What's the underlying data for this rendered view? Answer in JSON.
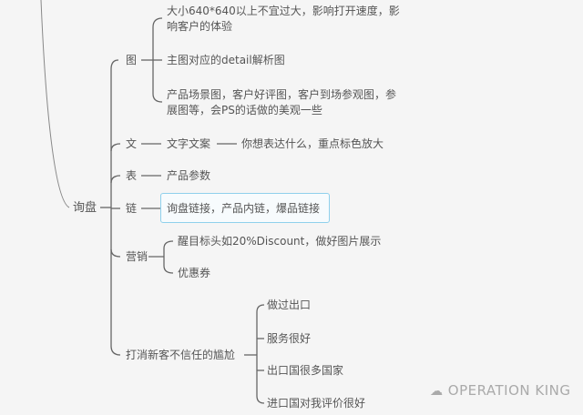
{
  "root": {
    "label": "询盘"
  },
  "branches": {
    "image": {
      "label": "图",
      "children": [
        "大小640*640以上不宜过大，影响打开速度，影",
        "响客户的体验",
        "主图对应的detail解析图",
        "产品场景图，客户好评图，客户到场参观图，参",
        "展图等，会PS的话做的美观一些"
      ]
    },
    "text": {
      "label": "文",
      "child": "文字文案",
      "grandchild": "你想表达什么，重点标色放大"
    },
    "table": {
      "label": "表",
      "child": "产品参数"
    },
    "link": {
      "label": "链",
      "child": "询盘链接，产品内链，爆品链接"
    },
    "marketing": {
      "label": "营销",
      "children": [
        "醒目标头如20%Discount，做好图片展示",
        "优惠券"
      ]
    },
    "trust": {
      "label": "打消新客不信任的尴尬",
      "children": [
        "做过出口",
        "服务很好",
        "出口国很多国家",
        "进口国对我评价很好"
      ]
    }
  },
  "watermark": "OPERATION KING"
}
